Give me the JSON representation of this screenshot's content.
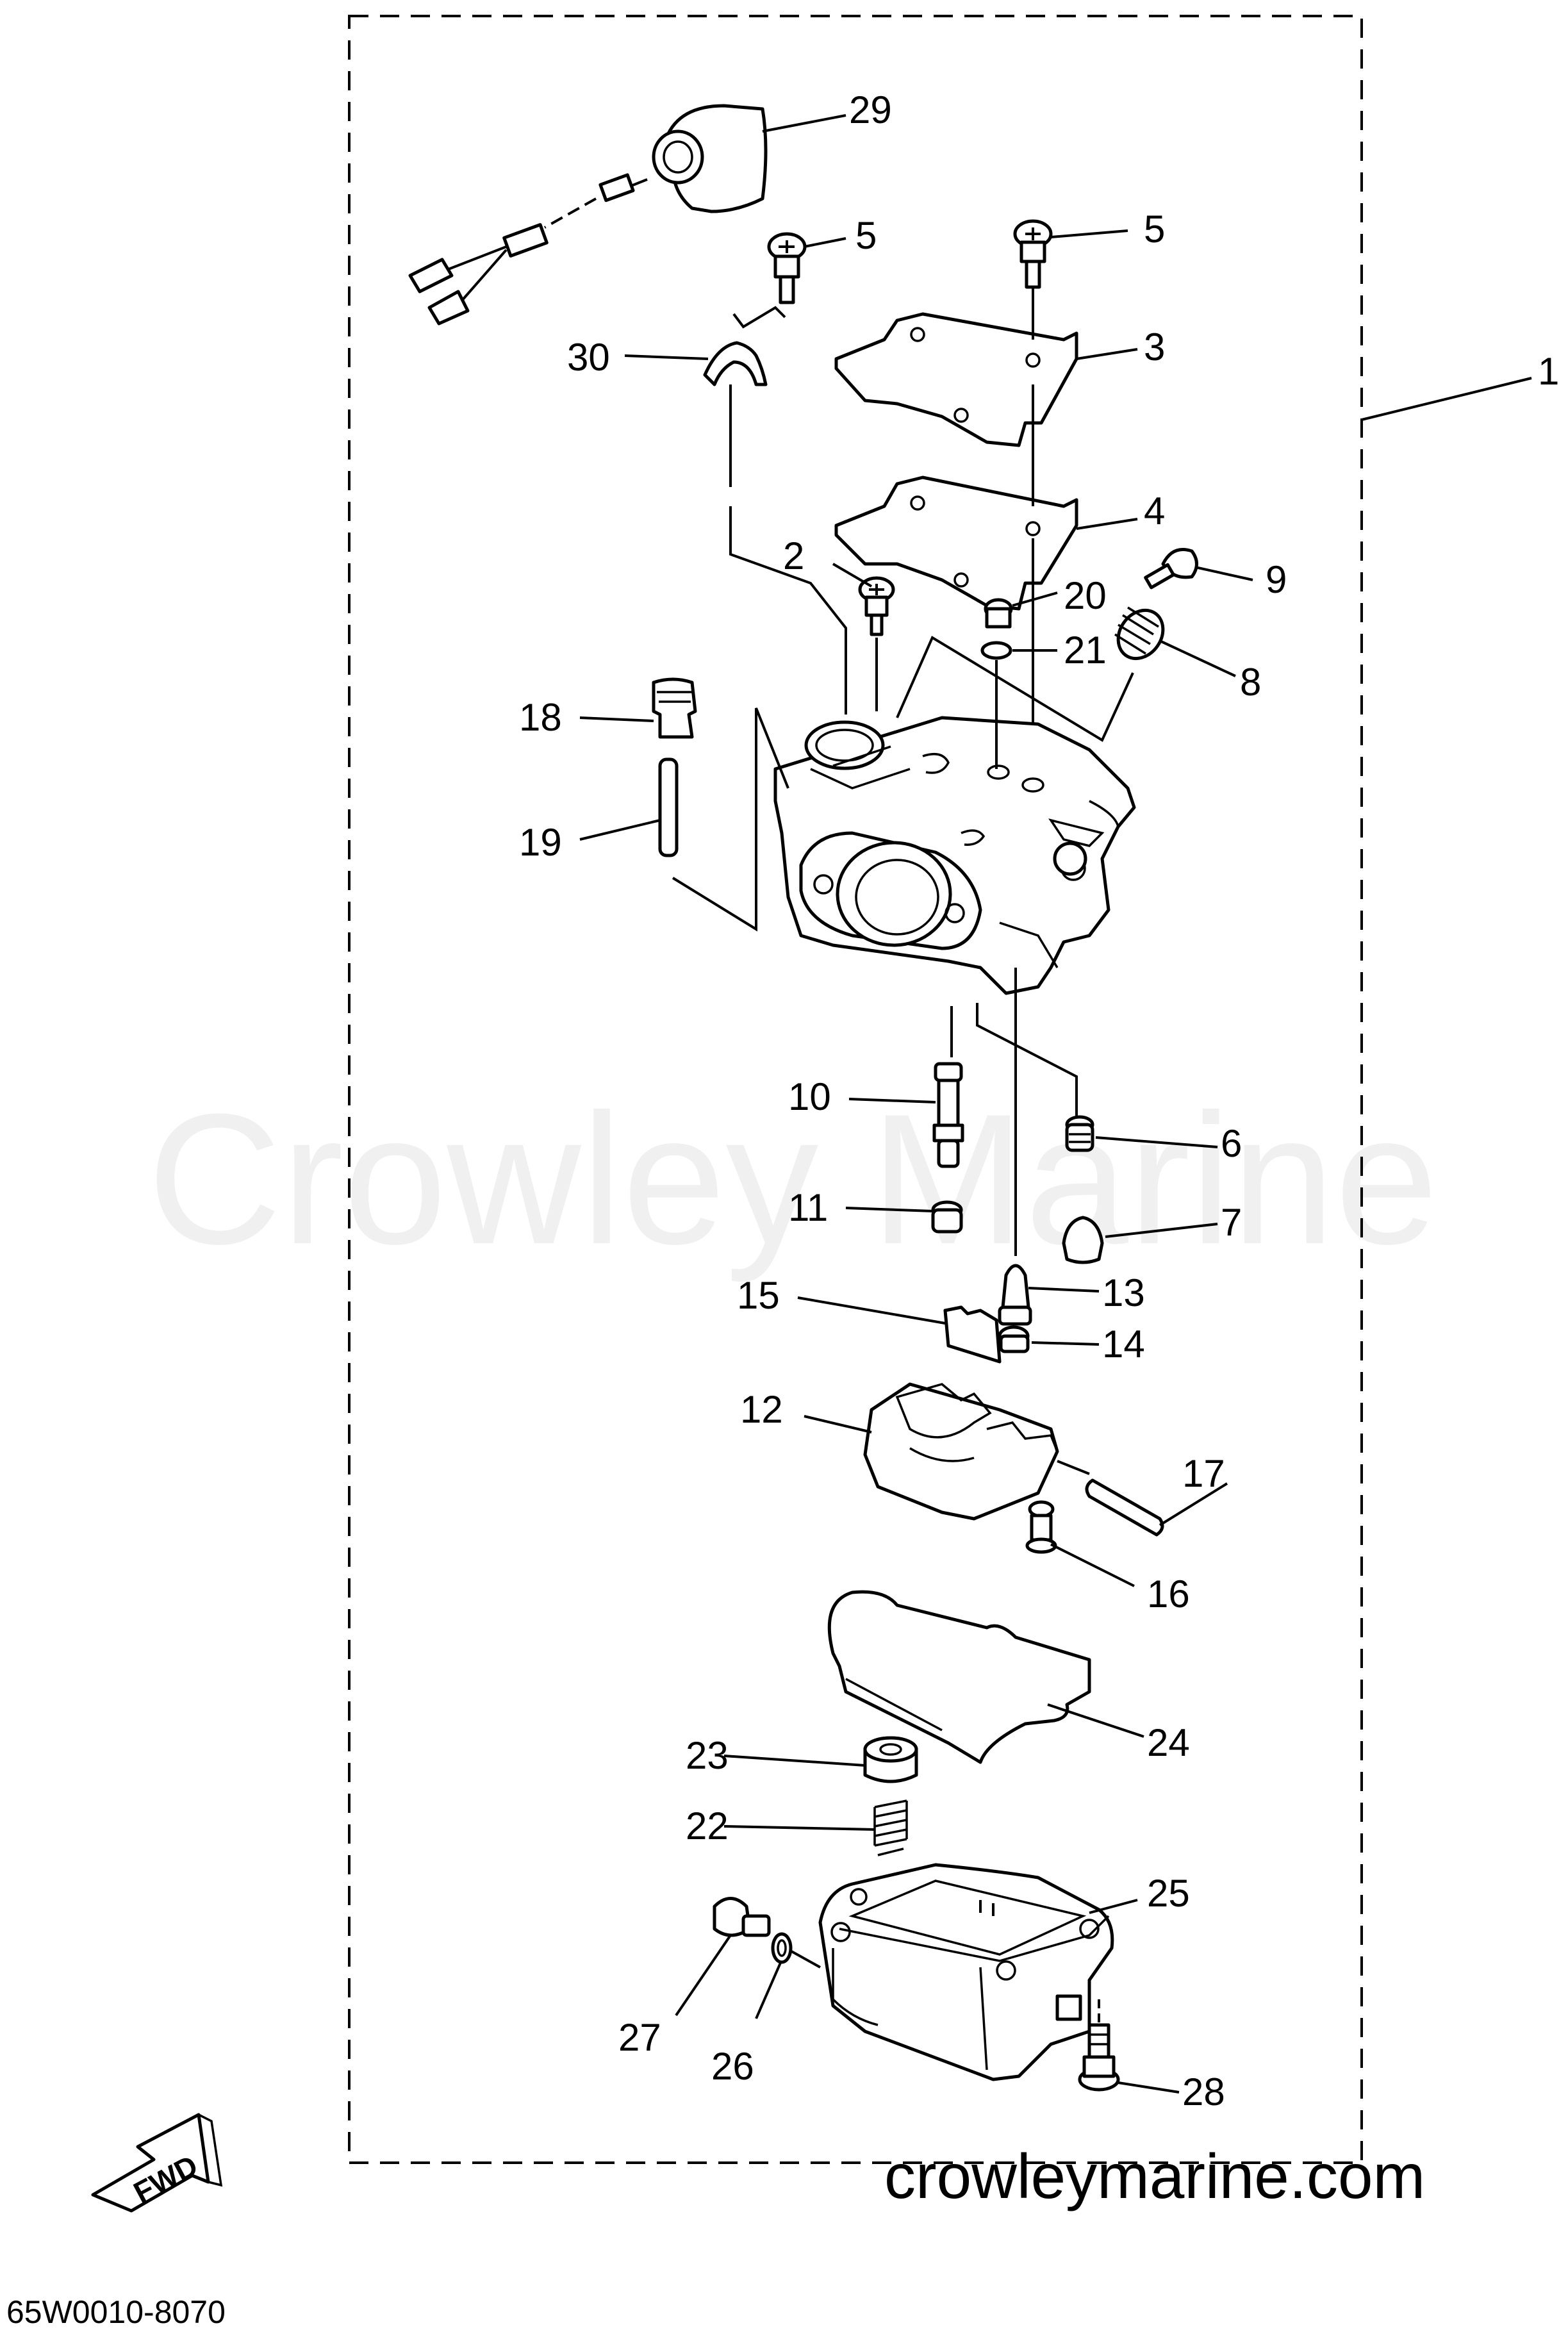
{
  "labels": [
    "1",
    "2",
    "3",
    "4",
    "5",
    "5",
    "6",
    "7",
    "8",
    "9",
    "10",
    "11",
    "12",
    "13",
    "14",
    "15",
    "16",
    "17",
    "18",
    "19",
    "20",
    "21",
    "22",
    "23",
    "24",
    "25",
    "26",
    "27",
    "28",
    "29",
    "30"
  ],
  "watermark": "Crowley Marine",
  "site": "crowleymarine.com",
  "diagram_code": "65W0010-8070",
  "fwd_label": "FWD"
}
